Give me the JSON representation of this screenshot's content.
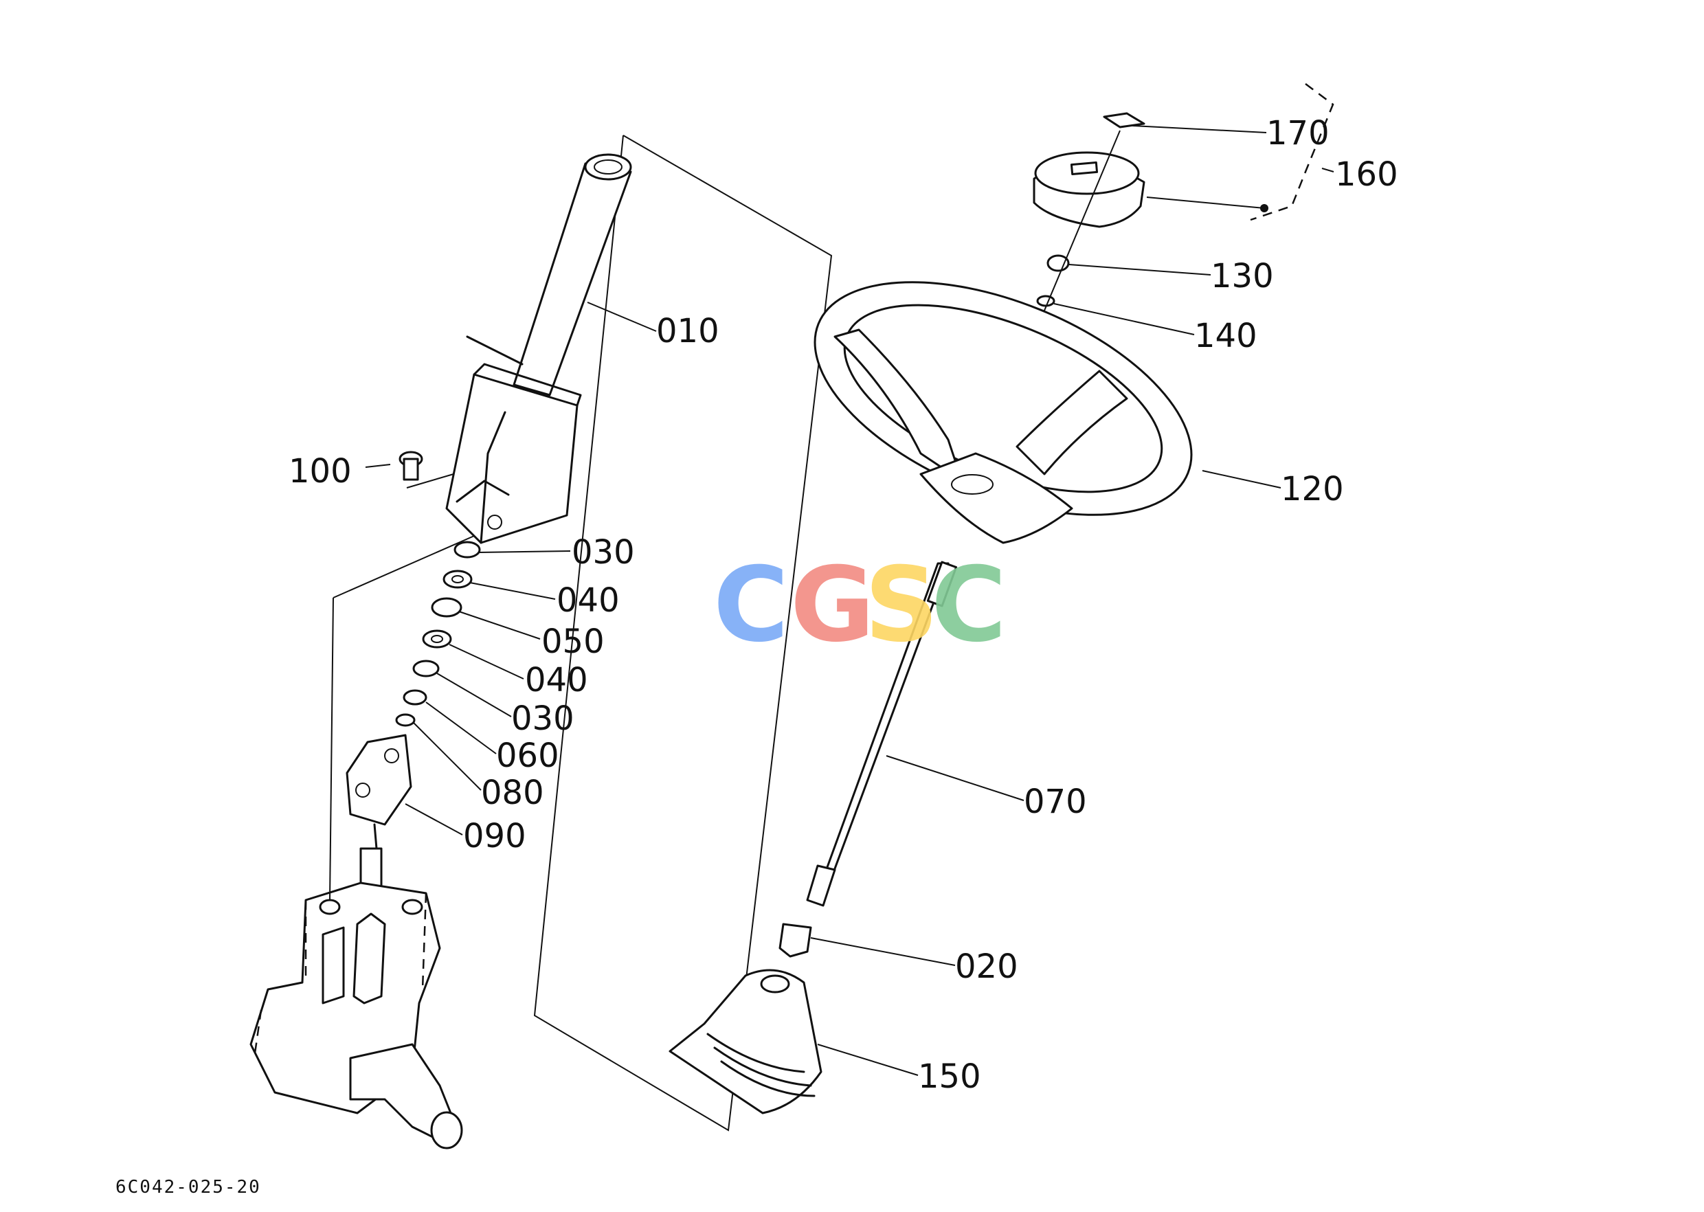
{
  "diagram": {
    "part_labels": {
      "p010": "010",
      "p100": "100",
      "p030a": "030",
      "p040a": "040",
      "p050": "050",
      "p040b": "040",
      "p030b": "030",
      "p060": "060",
      "p080": "080",
      "p090": "090",
      "p170": "170",
      "p160": "160",
      "p130": "130",
      "p140": "140",
      "p120": "120",
      "p070": "070",
      "p020": "020",
      "p150": "150"
    },
    "figure_code": "6C042-025-20"
  },
  "watermark": {
    "letters": [
      "C",
      "G",
      "S",
      "C"
    ],
    "colors": [
      "#7baaf7",
      "#f28b82",
      "#fdd663",
      "#81c995"
    ]
  }
}
